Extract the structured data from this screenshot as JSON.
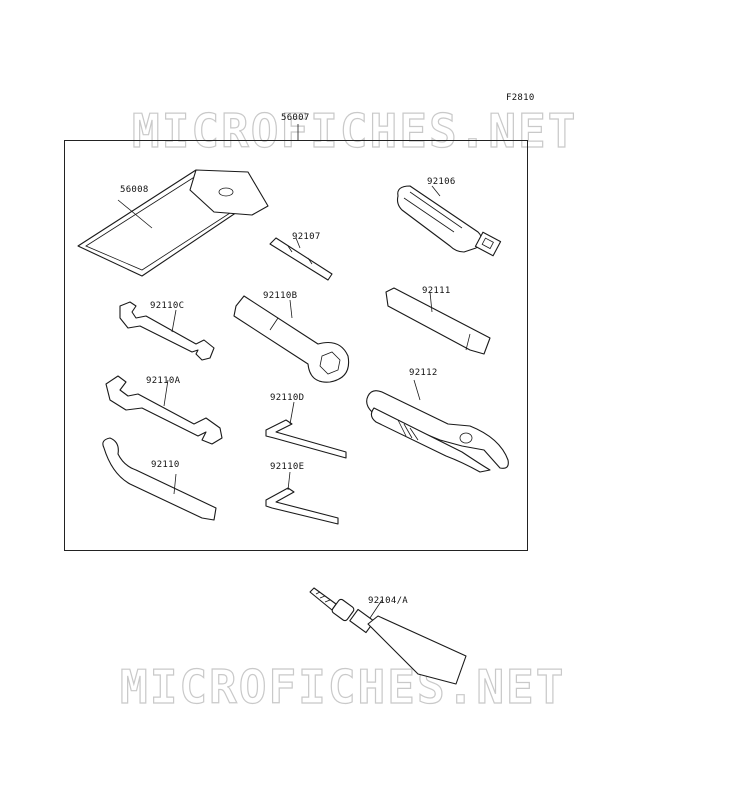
{
  "figure_code": "F2810",
  "watermark": "MICROFICHES.NET",
  "parts": {
    "tool_kit": "56007",
    "tool_bag": "56008",
    "screwdriver_handle": "92106",
    "screwdriver_bit": "92107",
    "box_wrench": "92110B",
    "extension_bar": "92111",
    "open_wrench_small": "92110C",
    "open_wrench_large": "92110A",
    "hex_key_large": "92110D",
    "pliers": "92112",
    "hook_wrench": "92110",
    "hex_key_small": "92110E",
    "grease_tube": "92104/A"
  }
}
